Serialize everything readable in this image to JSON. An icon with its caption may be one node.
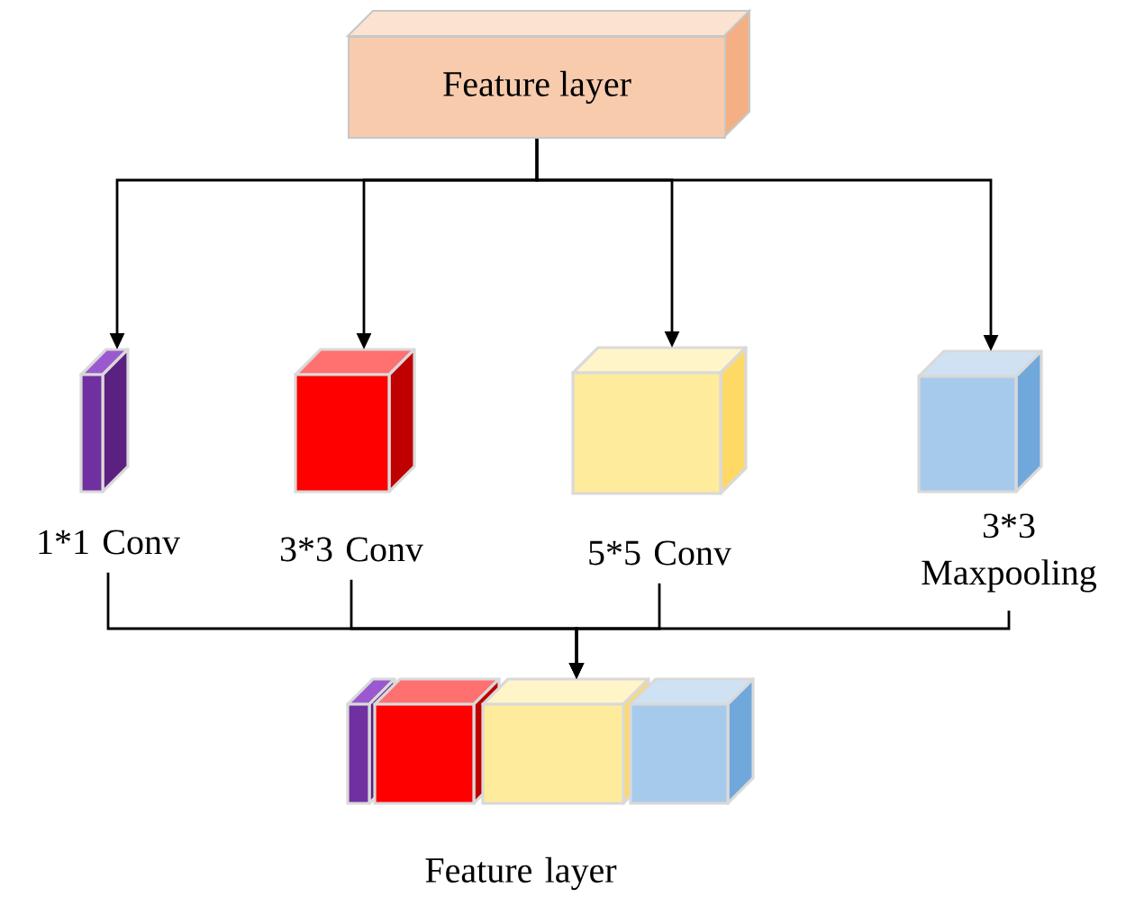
{
  "diagram": {
    "nodes": [
      {
        "text": [
          "Feature layer"
        ]
      },
      {
        "text": [],
        "shape": "box",
        "beside": [
          "1*1 Conv"
        ]
      },
      {
        "text": [],
        "shape": "box",
        "beside": [
          "3*3 Conv"
        ]
      },
      {
        "text": [],
        "shape": "box",
        "beside": [
          "5*5 Conv"
        ]
      },
      {
        "text": [],
        "shape": "box",
        "beside": [
          "3*3 Maxpooling"
        ]
      },
      {
        "text": [],
        "shape": "box",
        "beside": [
          "Feature layer"
        ]
      }
    ],
    "edges": [
      {
        "from": 0,
        "to": 1,
        "arrow": "to"
      },
      {
        "from": 0,
        "to": 2,
        "arrow": "to"
      },
      {
        "from": 0,
        "to": 3,
        "arrow": "to"
      },
      {
        "from": 0,
        "to": 4,
        "arrow": "to"
      },
      {
        "from": 1,
        "to": 5,
        "arrow": "to"
      },
      {
        "from": 2,
        "to": 5,
        "arrow": "to"
      },
      {
        "from": 3,
        "to": 5,
        "arrow": "to"
      },
      {
        "from": 4,
        "to": 5,
        "arrow": "to"
      }
    ]
  }
}
